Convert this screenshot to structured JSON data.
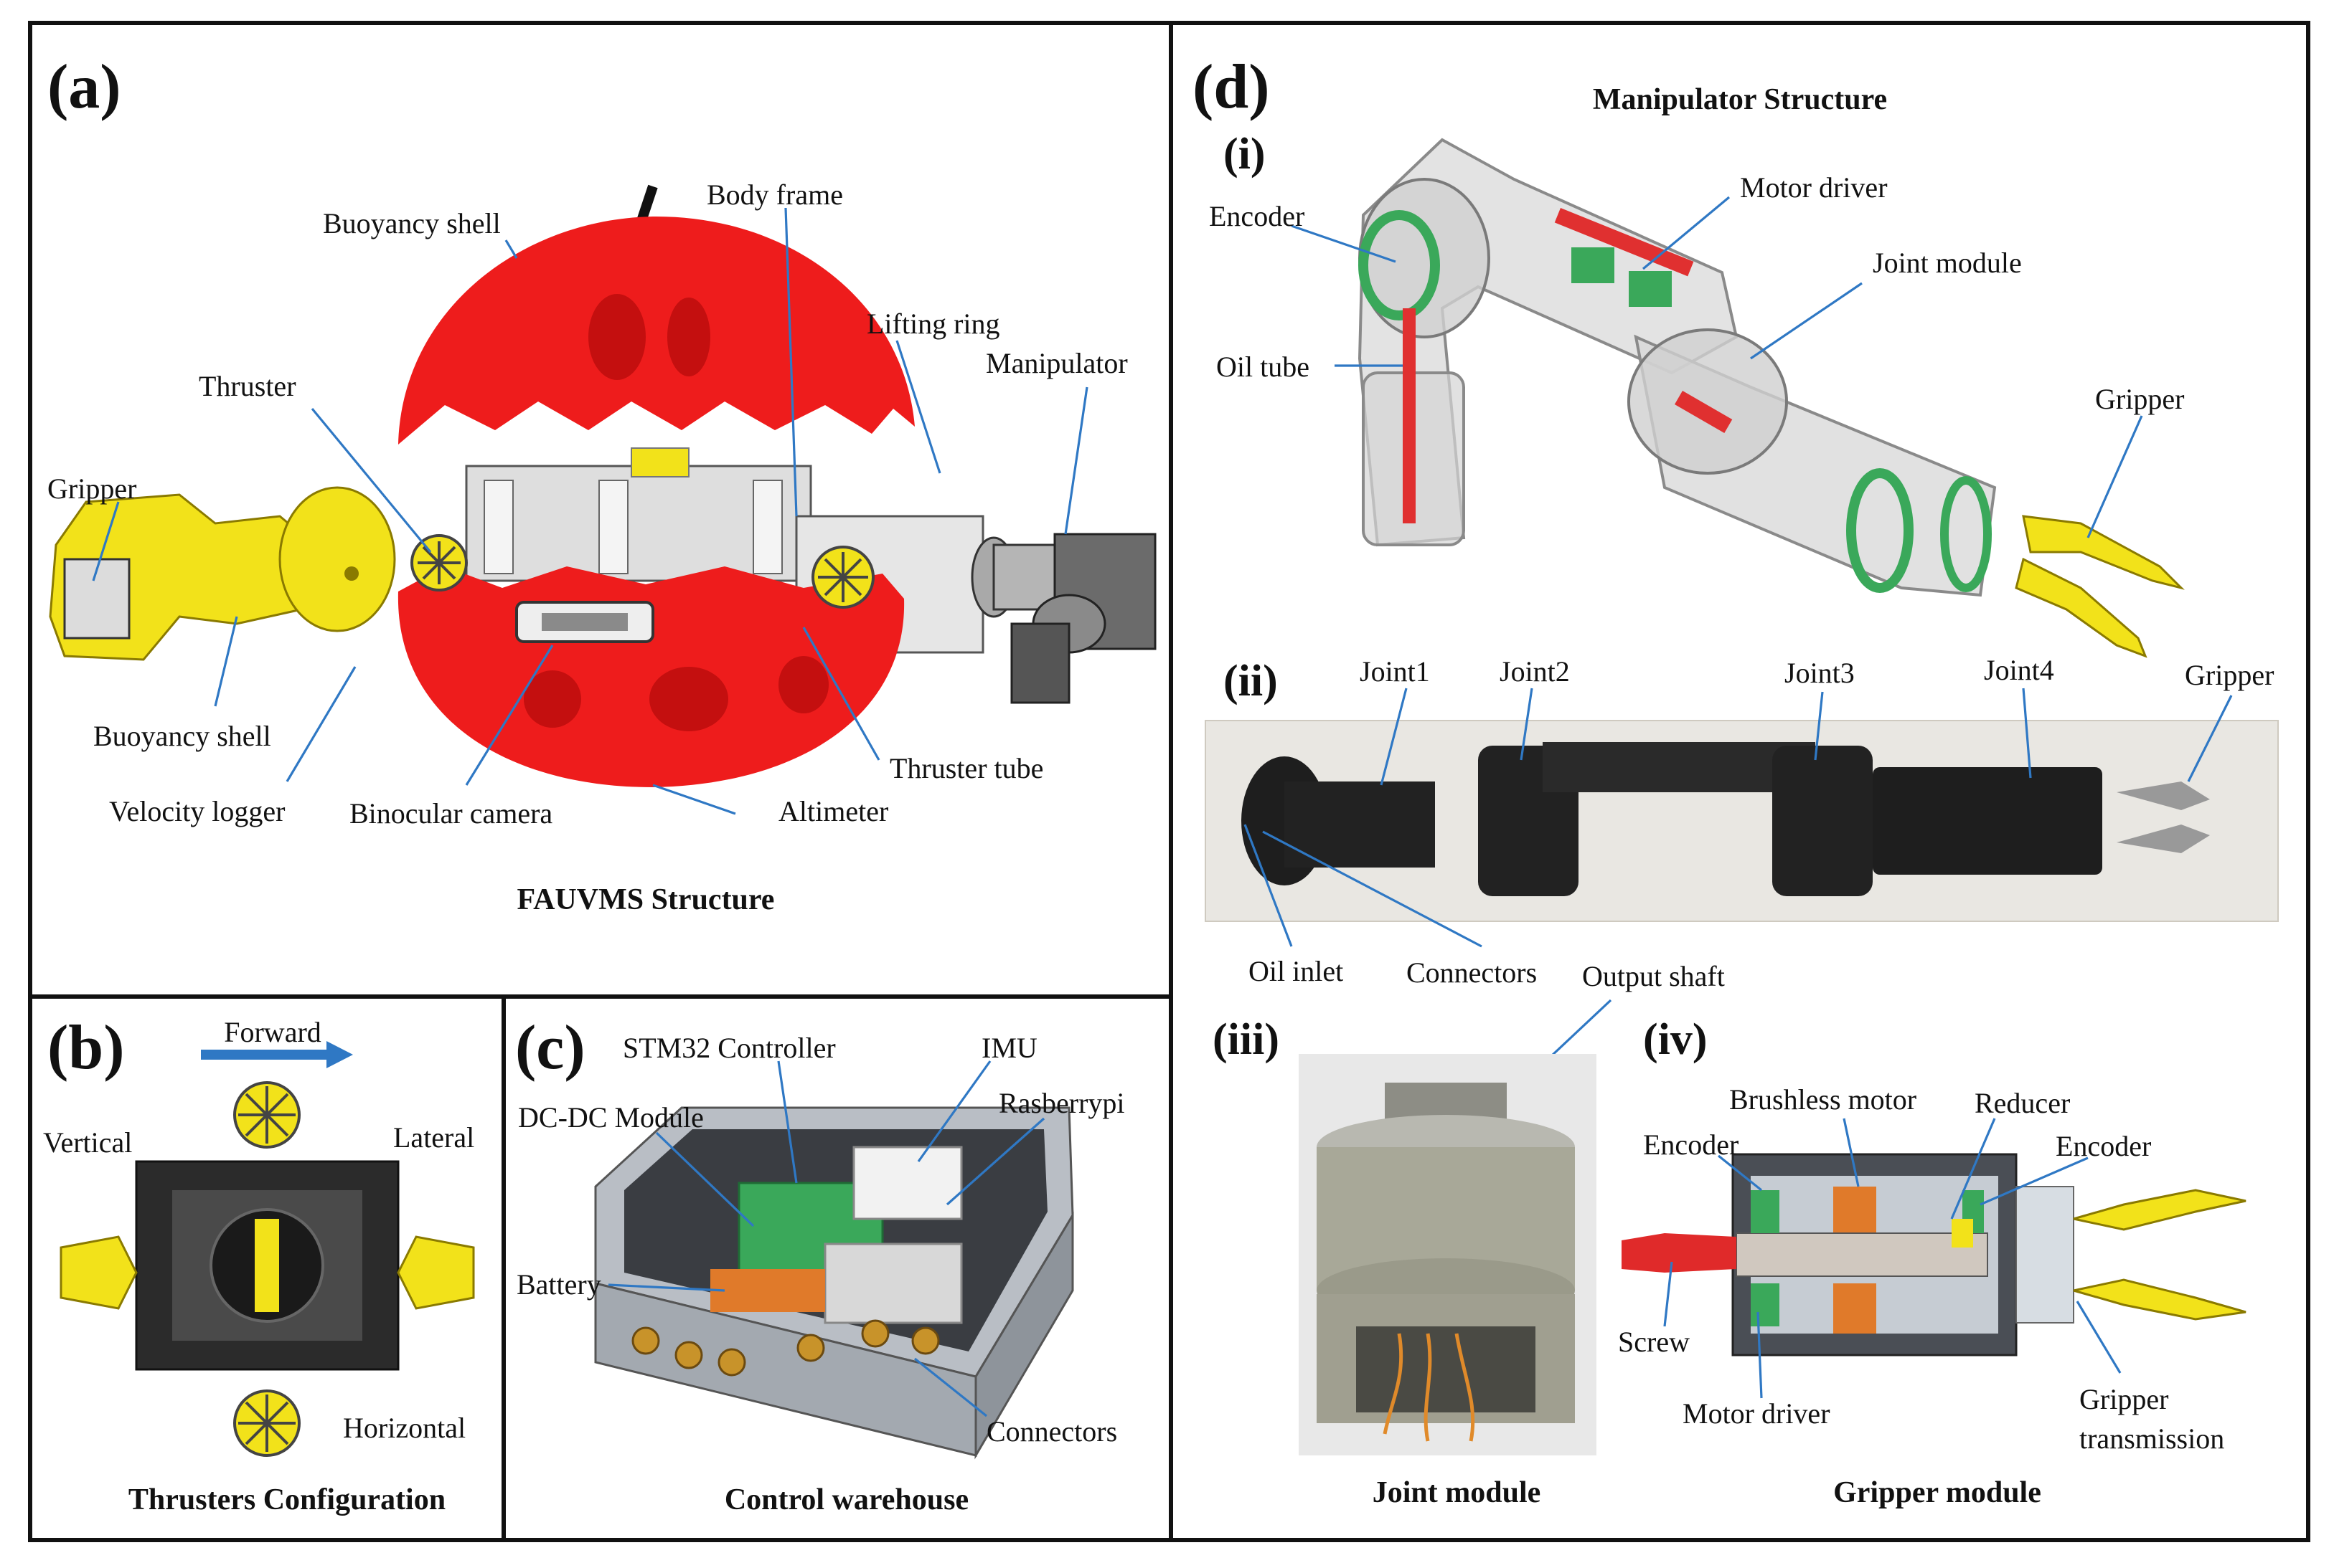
{
  "panels": {
    "a": {
      "letter": "(a)",
      "caption": "FAUVMS Structure",
      "labels": {
        "buoyancy_top": "Buoyancy shell",
        "body_frame": "Body frame",
        "lifting_ring": "Lifting ring",
        "manipulator": "Manipulator",
        "thruster": "Thruster",
        "gripper": "Gripper",
        "buoyancy_bottom": "Buoyancy shell",
        "velocity_logger": "Velocity logger",
        "binocular_camera": "Binocular camera",
        "altimeter": "Altimeter",
        "thruster_tube": "Thruster tube"
      }
    },
    "b": {
      "letter": "(b)",
      "caption": "Thrusters Configuration",
      "labels": {
        "forward": "Forward",
        "vertical": "Vertical",
        "lateral": "Lateral",
        "horizontal": "Horizontal"
      }
    },
    "c": {
      "letter": "(c)",
      "caption": "Control warehouse",
      "labels": {
        "stm32": "STM32 Controller",
        "imu": "IMU",
        "raspberry": "Rasberrypi",
        "dcdc": "DC-DC Module",
        "battery": "Battery",
        "connectors": "Connectors"
      }
    },
    "d": {
      "letter": "(d)",
      "title": "Manipulator Structure",
      "i": {
        "numeral": "(i)",
        "labels": {
          "encoder": "Encoder",
          "motor_driver": "Motor driver",
          "joint_module": "Joint module",
          "oil_tube": "Oil tube",
          "gripper": "Gripper"
        }
      },
      "ii": {
        "numeral": "(ii)",
        "labels": {
          "joint1": "Joint1",
          "joint2": "Joint2",
          "joint3": "Joint3",
          "joint4": "Joint4",
          "gripper": "Gripper",
          "oil_inlet": "Oil inlet",
          "connectors": "Connectors"
        }
      },
      "iii": {
        "numeral": "(iii)",
        "caption": "Joint module",
        "labels": {
          "output_shaft": "Output shaft"
        }
      },
      "iv": {
        "numeral": "(iv)",
        "caption": "Gripper module",
        "labels": {
          "brushless_motor": "Brushless motor",
          "reducer": "Reducer",
          "encoder_left": "Encoder",
          "encoder_right": "Encoder",
          "screw": "Screw",
          "motor_driver": "Motor driver",
          "gripper_transmission_1": "Gripper",
          "gripper_transmission_2": "transmission"
        }
      }
    }
  },
  "colors": {
    "shell_red": "#ee1c1c",
    "arm_yellow": "#f2e21a",
    "leader_blue": "#2f78c4",
    "frame_gray": "#d9d9d9",
    "dark_body": "#222222",
    "pcb_green": "#3aa85a",
    "metal": "#b8b8b0"
  }
}
